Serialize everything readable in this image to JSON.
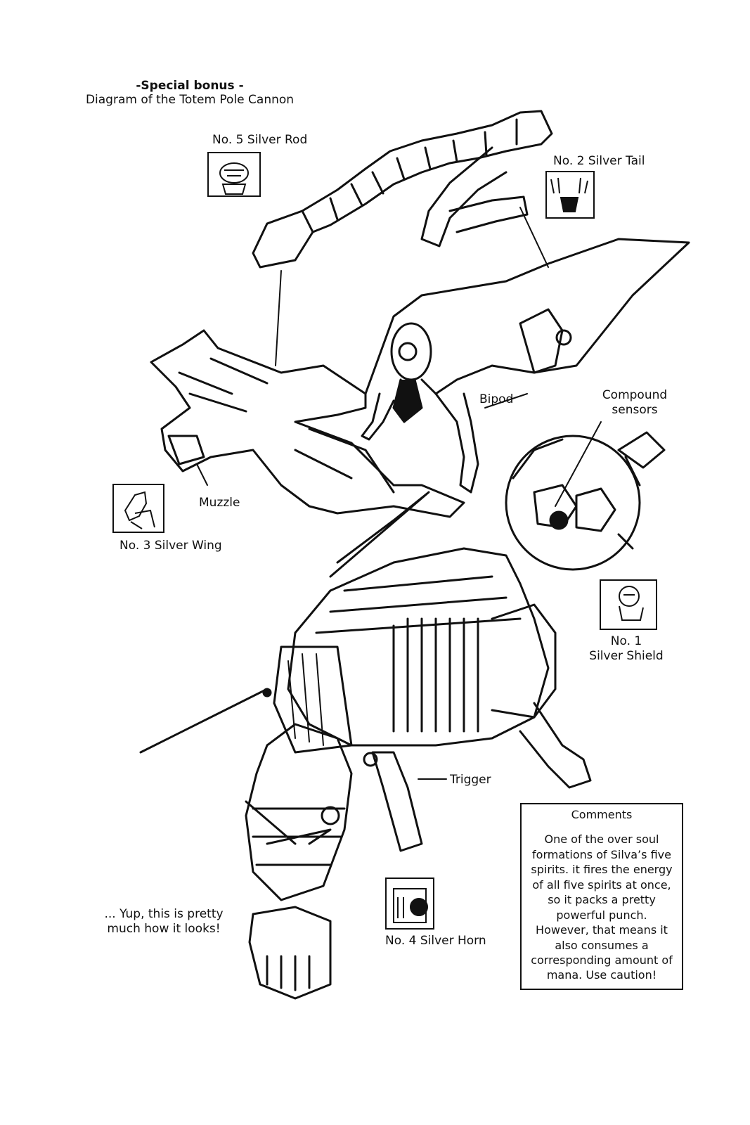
{
  "header": {
    "title": "-Special bonus -",
    "subtitle": "Diagram of the Totem Pole Cannon"
  },
  "labels": {
    "silver_rod": "No. 5 Silver Rod",
    "silver_tail": "No. 2 Silver Tail",
    "bipod": "Bipod",
    "compound_sensors_1": "Compound",
    "compound_sensors_2": "sensors",
    "muzzle": "Muzzle",
    "silver_wing": "No. 3 Silver Wing",
    "silver_shield_1": "No. 1",
    "silver_shield_2": "Silver Shield",
    "trigger": "Trigger",
    "silver_horn": "No. 4 Silver Horn"
  },
  "aside": {
    "line1": "... Yup, this is pretty",
    "line2": "much how it looks!"
  },
  "comments": {
    "heading": "Comments",
    "body": "One of the over soul formations of Silva’s five spirits. it fires the energy of all five spirits at once, so it packs a pretty powerful punch. However, that means it also consumes a corresponding amount of mana. Use caution!"
  }
}
